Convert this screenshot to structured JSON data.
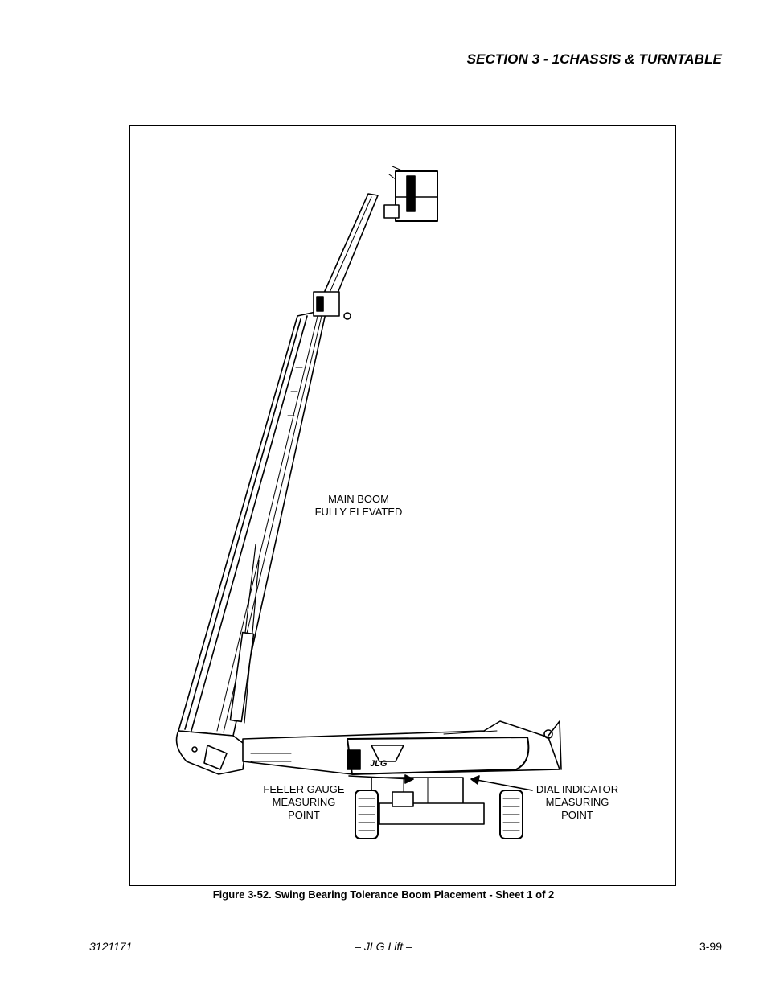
{
  "header": {
    "section_title": "SECTION 3 - 1CHASSIS & TURNTABLE"
  },
  "figure": {
    "callouts": {
      "main_boom": "MAIN BOOM\nFULLY ELEVATED",
      "feeler_gauge": "FEELER GAUGE\nMEASURING\nPOINT",
      "dial_indicator": "DIAL INDICATOR\nMEASURING\nPOINT"
    },
    "logo_text": "JLG",
    "caption": "Figure 3-52.  Swing Bearing Tolerance Boom Placement - Sheet 1 of 2"
  },
  "footer": {
    "doc_number": "3121171",
    "publisher": "– JLG Lift –",
    "page_number": "3-99"
  }
}
